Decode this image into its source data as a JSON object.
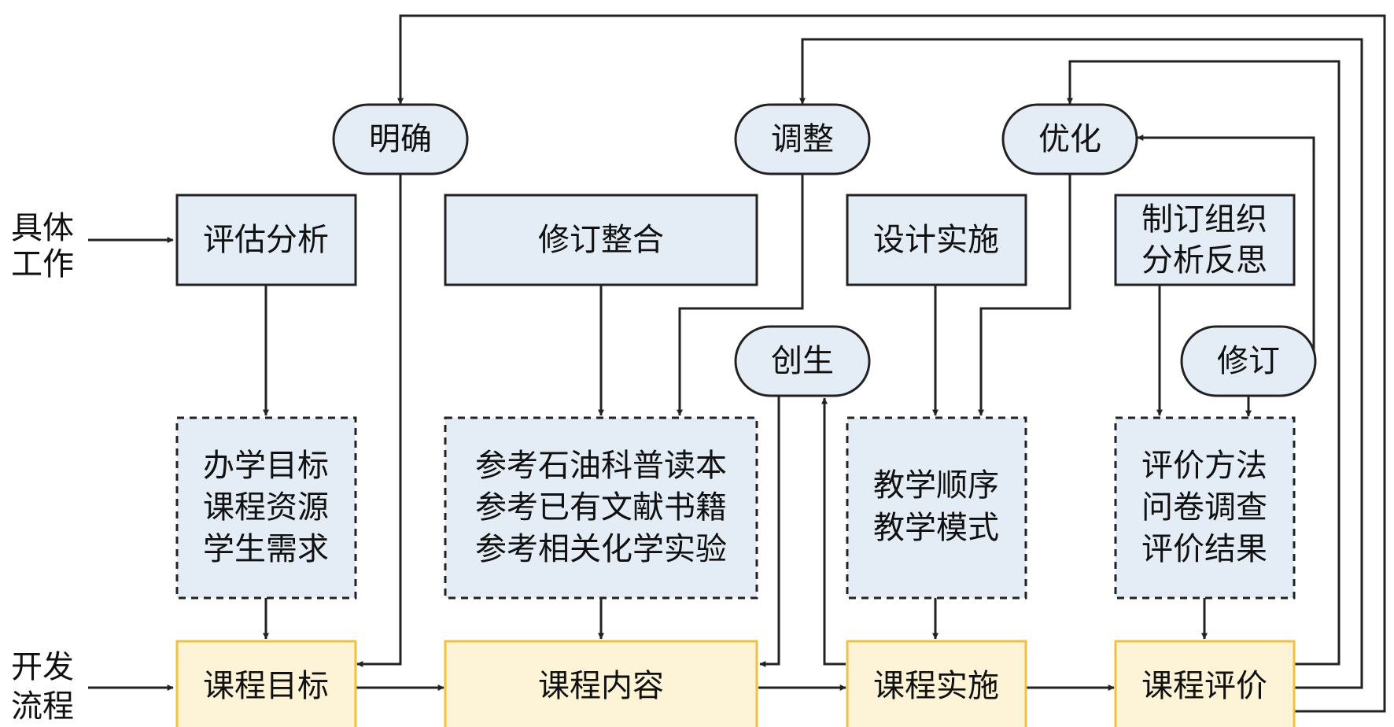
{
  "side_labels": {
    "work": [
      "具体",
      "工作"
    ],
    "process": [
      "开发",
      "流程"
    ]
  },
  "ovals": {
    "clarify": "明确",
    "adjust": "调整",
    "optimize": "优化",
    "create": "创生",
    "revise": "修订"
  },
  "work_boxes": {
    "assess": [
      "评估分析"
    ],
    "integrate": [
      "修订整合"
    ],
    "design": [
      "设计实施"
    ],
    "formulate": [
      "制订组织",
      "分析反思"
    ]
  },
  "detail_boxes": {
    "goals": [
      "办学目标",
      "课程资源",
      "学生需求"
    ],
    "content": [
      "参考石油科普读本",
      "参考已有文献书籍",
      "参考相关化学实验"
    ],
    "teaching": [
      "教学顺序",
      "教学模式"
    ],
    "evaluation": [
      "评价方法",
      "问卷调查",
      "评价结果"
    ]
  },
  "flow_boxes": {
    "objective": "课程目标",
    "content": "课程内容",
    "implementation": "课程实施",
    "evaluation": "课程评价"
  }
}
